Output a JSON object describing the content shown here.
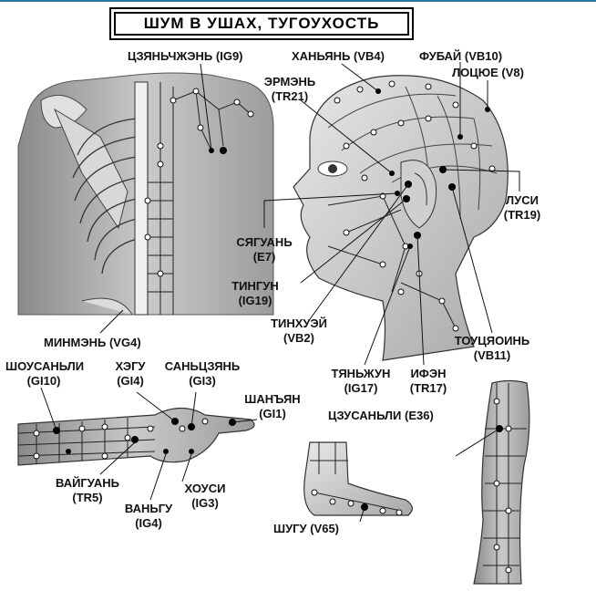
{
  "title": "ШУМ В УШАХ, ТУГОУХОСТЬ",
  "points": {
    "ig9": "ЦЗЯНЬЧЖЭНЬ (IG9)",
    "vb4": "ХАНЬЯНЬ (VB4)",
    "vb10": "ФУБАЙ (VB10)",
    "v8": "ЛОЦЮЕ (V8)",
    "tr21_name": "ЭРМЭНЬ",
    "tr21_code": "(TR21)",
    "tr19_name": "ЛУСИ",
    "tr19_code": "(TR19)",
    "e7_name": "СЯГУАНЬ",
    "e7_code": "(E7)",
    "ig19_name": "ТИНГУН",
    "ig19_code": "(IG19)",
    "vb2_name": "ТИНХУЭЙ",
    "vb2_code": "(VB2)",
    "vg4": "МИНМЭНЬ (VG4)",
    "vb11_name": "ТОУЦЯОИНЬ",
    "vb11_code": "(VB11)",
    "ig17_name": "ТЯНЬЖУН",
    "ig17_code": "(IG17)",
    "tr17_name": "ИФЭН",
    "tr17_code": "(TR17)",
    "gi10_name": "ШОУСАНЬЛИ",
    "gi10_code": "(GI10)",
    "gi4_name": "ХЭГУ",
    "gi4_code": "(GI4)",
    "gi3_name": "САНЬЦЗЯНЬ",
    "gi3_code": "(GI3)",
    "gi1_name": "ШАНЪЯН",
    "gi1_code": "(GI1)",
    "e36": "ЦЗУСАНЬЛИ (E36)",
    "tr5_name": "ВАЙГУАНЬ",
    "tr5_code": "(TR5)",
    "ig3_name": "ХОУСИ",
    "ig3_code": "(IG3)",
    "ig4_name": "ВАНЬГУ",
    "ig4_code": "(IG4)",
    "v65": "ШУГУ (V65)"
  }
}
